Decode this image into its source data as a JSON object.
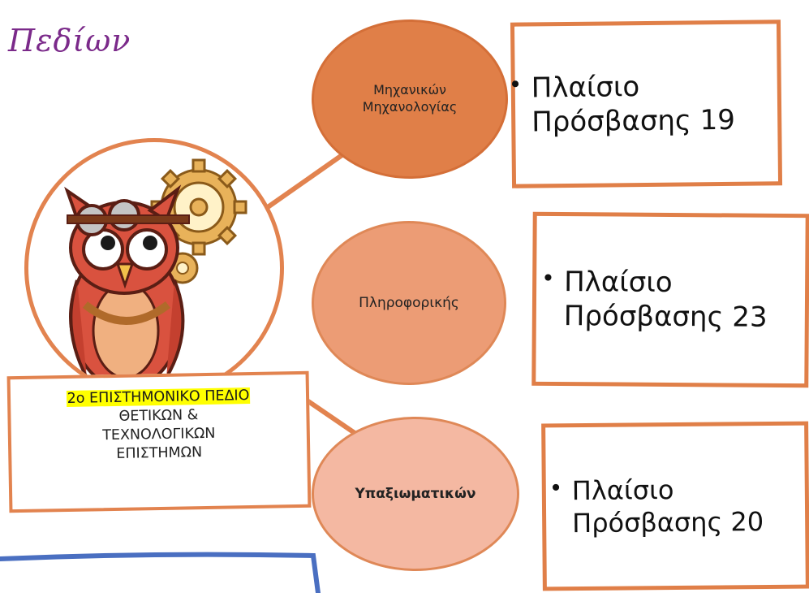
{
  "title": "Πεδίων",
  "colors": {
    "title": "#7b2a8a",
    "accent_orange": "#e07f48",
    "topic_2": "#ec9c75",
    "topic_3": "#f4b8a2",
    "highlight": "#ffff00",
    "blue_frame": "#4a6fc1"
  },
  "field": {
    "highlighted": "2ο ΕΠΙΣΤΗΜΟΝΙΚΟ ΠΕΔΙΟ",
    "line1": "ΘΕΤΙΚΩΝ &",
    "line2": "ΤΕΧΝΟΛΟΓΙΚΩΝ",
    "line3": "ΕΠΙΣΤΗΜΩΝ"
  },
  "topics": [
    {
      "line1": "Μηχανικών",
      "line2": "Μηχανολογίας",
      "box_line1": "Πλαίσιο",
      "box_line2": "Πρόσβασης 19"
    },
    {
      "line1": "Πληροφορικής",
      "box_line1": "Πλαίσιο",
      "box_line2": "Πρόσβασης 23"
    },
    {
      "line1": "Υπαξιωματικών",
      "box_line1": "Πλαίσιο",
      "box_line2": "Πρόσβασης 20"
    }
  ],
  "illustration": {
    "icon": "owl-with-gears-icon"
  }
}
